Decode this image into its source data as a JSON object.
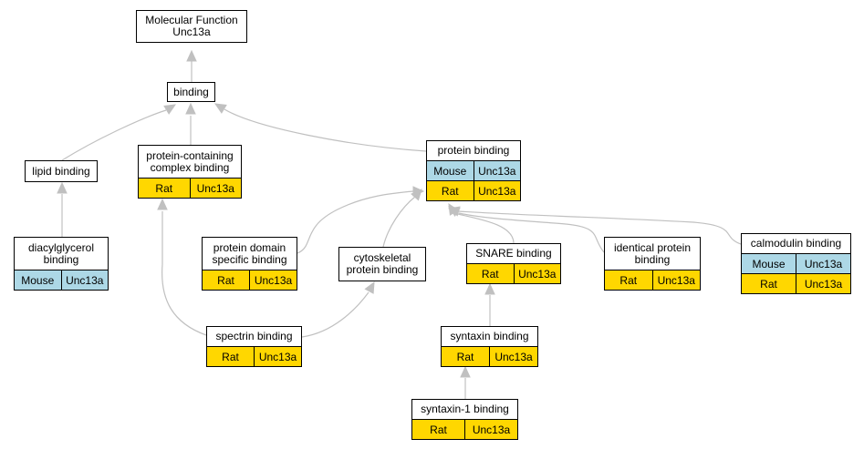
{
  "colors": {
    "rat": "#ffd700",
    "mouse": "#add8e6",
    "edge": "#c0c0c0",
    "border": "#000000"
  },
  "nodes": {
    "molecular_function": {
      "title": "Molecular Function\nUnc13a"
    },
    "binding": {
      "title": "binding"
    },
    "lipid_binding": {
      "title": "lipid binding"
    },
    "protein_containing_complex_binding": {
      "title": "protein-containing\ncomplex binding",
      "rows": [
        {
          "species": "Rat",
          "gene": "Unc13a"
        }
      ]
    },
    "protein_binding": {
      "title": "protein binding",
      "rows": [
        {
          "species": "Mouse",
          "gene": "Unc13a"
        },
        {
          "species": "Rat",
          "gene": "Unc13a"
        }
      ]
    },
    "diacylglycerol_binding": {
      "title": "diacylglycerol\nbinding",
      "rows": [
        {
          "species": "Mouse",
          "gene": "Unc13a"
        }
      ]
    },
    "protein_domain_specific_binding": {
      "title": "protein domain\nspecific binding",
      "rows": [
        {
          "species": "Rat",
          "gene": "Unc13a"
        }
      ]
    },
    "cytoskeletal_protein_binding": {
      "title": "cytoskeletal\nprotein binding"
    },
    "snare_binding": {
      "title": "SNARE binding",
      "rows": [
        {
          "species": "Rat",
          "gene": "Unc13a"
        }
      ]
    },
    "identical_protein_binding": {
      "title": "identical protein\nbinding",
      "rows": [
        {
          "species": "Rat",
          "gene": "Unc13a"
        }
      ]
    },
    "calmodulin_binding": {
      "title": "calmodulin binding",
      "rows": [
        {
          "species": "Mouse",
          "gene": "Unc13a"
        },
        {
          "species": "Rat",
          "gene": "Unc13a"
        }
      ]
    },
    "spectrin_binding": {
      "title": "spectrin binding",
      "rows": [
        {
          "species": "Rat",
          "gene": "Unc13a"
        }
      ]
    },
    "syntaxin_binding": {
      "title": "syntaxin binding",
      "rows": [
        {
          "species": "Rat",
          "gene": "Unc13a"
        }
      ]
    },
    "syntaxin_1_binding": {
      "title": "syntaxin-1 binding",
      "rows": [
        {
          "species": "Rat",
          "gene": "Unc13a"
        }
      ]
    }
  }
}
